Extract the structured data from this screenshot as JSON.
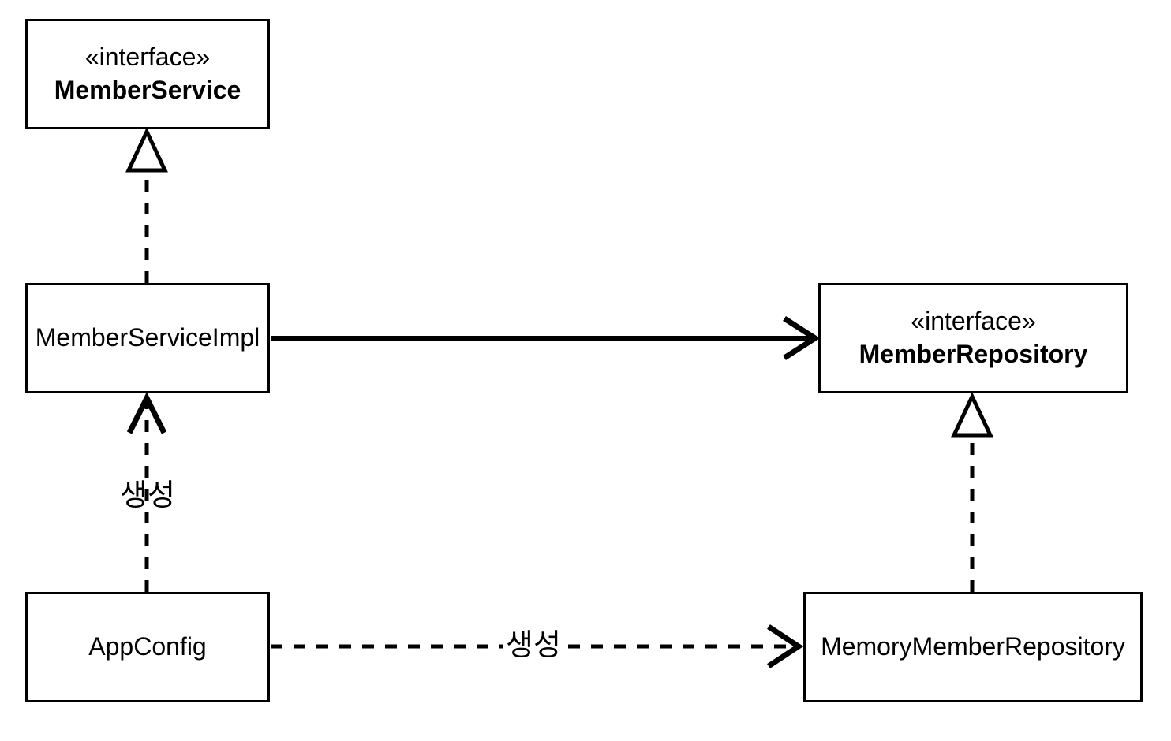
{
  "diagram": {
    "type": "uml-class-diagram",
    "background_color": "#ffffff",
    "line_color": "#000000",
    "nodes": {
      "member_service": {
        "stereotype": "«interface»",
        "name": "MemberService"
      },
      "member_service_impl": {
        "name": "MemberServiceImpl"
      },
      "member_repository": {
        "stereotype": "«interface»",
        "name": "MemberRepository"
      },
      "app_config": {
        "name": "AppConfig"
      },
      "memory_member_repository": {
        "name": "MemoryMemberRepository"
      }
    },
    "edges": [
      {
        "from": "MemberServiceImpl",
        "to": "MemberService",
        "style": "dashed",
        "head": "hollow-triangle",
        "label": ""
      },
      {
        "from": "MemberServiceImpl",
        "to": "MemberRepository",
        "style": "solid",
        "head": "open-arrow",
        "label": ""
      },
      {
        "from": "AppConfig",
        "to": "MemberServiceImpl",
        "style": "dashed",
        "head": "open-arrow",
        "label": "생성"
      },
      {
        "from": "MemoryMemberRepository",
        "to": "MemberRepository",
        "style": "dashed",
        "head": "hollow-triangle",
        "label": ""
      },
      {
        "from": "AppConfig",
        "to": "MemoryMemberRepository",
        "style": "dashed",
        "head": "open-arrow",
        "label": "생성"
      }
    ]
  }
}
